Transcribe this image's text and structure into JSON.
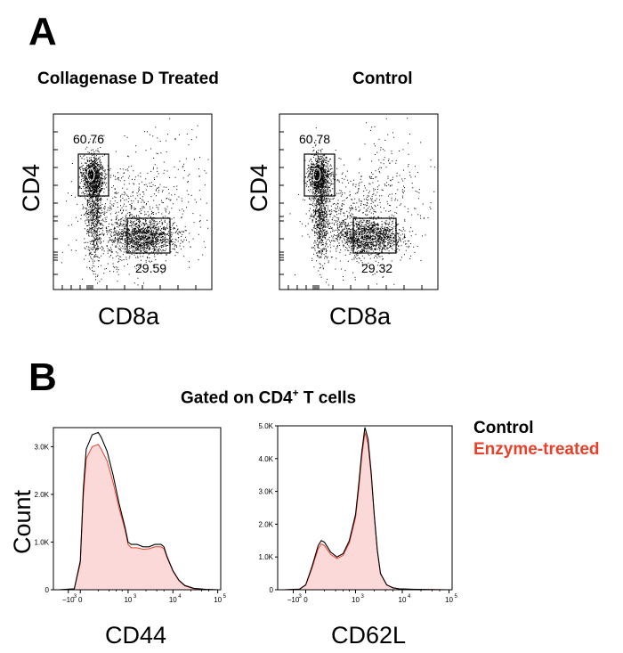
{
  "panelA": {
    "letter": "A",
    "plots": [
      {
        "title": "Collagenase D Treated",
        "xlabel": "CD8a",
        "ylabel": "CD4",
        "gates": [
          {
            "value": "60.76"
          },
          {
            "value": "29.59"
          }
        ]
      },
      {
        "title": "Control",
        "xlabel": "CD8a",
        "ylabel": "CD4",
        "gates": [
          {
            "value": "60.78"
          },
          {
            "value": "29.32"
          }
        ]
      }
    ]
  },
  "panelB": {
    "letter": "B",
    "title": "Gated on CD4",
    "title_sup": "+",
    "title_suffix": " T cells",
    "legend": [
      {
        "name": "Control",
        "color": "#000000"
      },
      {
        "name": "Enzyme-treated",
        "color": "#e8412a"
      }
    ]
  },
  "chart_data": [
    {
      "type": "histogram",
      "xlabel": "CD44",
      "ylabel": "Count",
      "xticks": [
        "−10",
        "0",
        "10",
        "10",
        "10"
      ],
      "xtick_exponents": [
        "3",
        "",
        "3",
        "4",
        "5"
      ],
      "yticks": [
        "0",
        "1.0K",
        "2.0K",
        "3.0K"
      ],
      "ylim": [
        0,
        3400
      ],
      "series": [
        {
          "name": "Control",
          "color": "#000000",
          "x": [
            -0.35,
            -0.1,
            0.0,
            0.05,
            0.1,
            0.2,
            0.3,
            0.35,
            0.45,
            0.55,
            0.65,
            0.75,
            0.8,
            0.85,
            0.95,
            1.05,
            1.15,
            1.25,
            1.35,
            1.4,
            1.45,
            1.55,
            1.65,
            1.75,
            1.9,
            2.1,
            2.3
          ],
          "y": [
            0,
            20,
            600,
            2100,
            2950,
            3250,
            3300,
            3200,
            2900,
            2400,
            1800,
            1300,
            1000,
            950,
            950,
            900,
            900,
            950,
            950,
            900,
            700,
            400,
            200,
            90,
            30,
            10,
            0
          ]
        },
        {
          "name": "Enzyme-treated",
          "color": "#e8412a",
          "fill": "#fbd9d9",
          "x": [
            -0.35,
            -0.1,
            0.0,
            0.05,
            0.1,
            0.2,
            0.3,
            0.35,
            0.45,
            0.55,
            0.65,
            0.75,
            0.8,
            0.85,
            0.95,
            1.05,
            1.15,
            1.25,
            1.35,
            1.4,
            1.45,
            1.55,
            1.65,
            1.75,
            1.9,
            2.1,
            2.3
          ],
          "y": [
            0,
            20,
            550,
            1950,
            2750,
            3000,
            3050,
            2950,
            2700,
            2250,
            1700,
            1250,
            950,
            880,
            880,
            850,
            860,
            900,
            900,
            860,
            680,
            390,
            190,
            80,
            25,
            8,
            0
          ]
        }
      ]
    },
    {
      "type": "histogram",
      "xlabel": "CD62L",
      "ylabel": "",
      "xticks": [
        "−10",
        "0",
        "10",
        "10",
        "10"
      ],
      "xtick_exponents": [
        "3",
        "",
        "3",
        "4",
        "5"
      ],
      "yticks": [
        "0",
        "1.0K",
        "2.0K",
        "3.0K",
        "4.0K",
        "5.0K"
      ],
      "ylim": [
        0,
        5000
      ],
      "series": [
        {
          "name": "Control",
          "color": "#000000",
          "x": [
            -0.35,
            -0.1,
            0.0,
            0.1,
            0.2,
            0.25,
            0.3,
            0.4,
            0.5,
            0.6,
            0.7,
            0.8,
            0.85,
            0.9,
            0.95,
            1.0,
            1.05,
            1.1,
            1.15,
            1.2,
            1.3,
            1.4,
            1.5,
            1.7,
            2.0,
            2.3
          ],
          "y": [
            0,
            20,
            150,
            700,
            1350,
            1500,
            1450,
            1150,
            1000,
            1100,
            1500,
            2300,
            3200,
            4200,
            4950,
            4600,
            3600,
            2300,
            1200,
            500,
            150,
            60,
            30,
            15,
            5,
            0
          ]
        },
        {
          "name": "Enzyme-treated",
          "color": "#e8412a",
          "fill": "#fbd9d9",
          "x": [
            -0.35,
            -0.1,
            0.0,
            0.1,
            0.2,
            0.25,
            0.3,
            0.4,
            0.5,
            0.6,
            0.7,
            0.8,
            0.85,
            0.9,
            0.95,
            1.0,
            1.05,
            1.1,
            1.15,
            1.2,
            1.3,
            1.4,
            1.5,
            1.7,
            2.0,
            2.3
          ],
          "y": [
            0,
            20,
            140,
            650,
            1250,
            1400,
            1350,
            1080,
            950,
            1050,
            1430,
            2200,
            3050,
            4050,
            4800,
            4450,
            3500,
            2250,
            1170,
            480,
            140,
            55,
            28,
            14,
            5,
            0
          ]
        }
      ]
    }
  ]
}
